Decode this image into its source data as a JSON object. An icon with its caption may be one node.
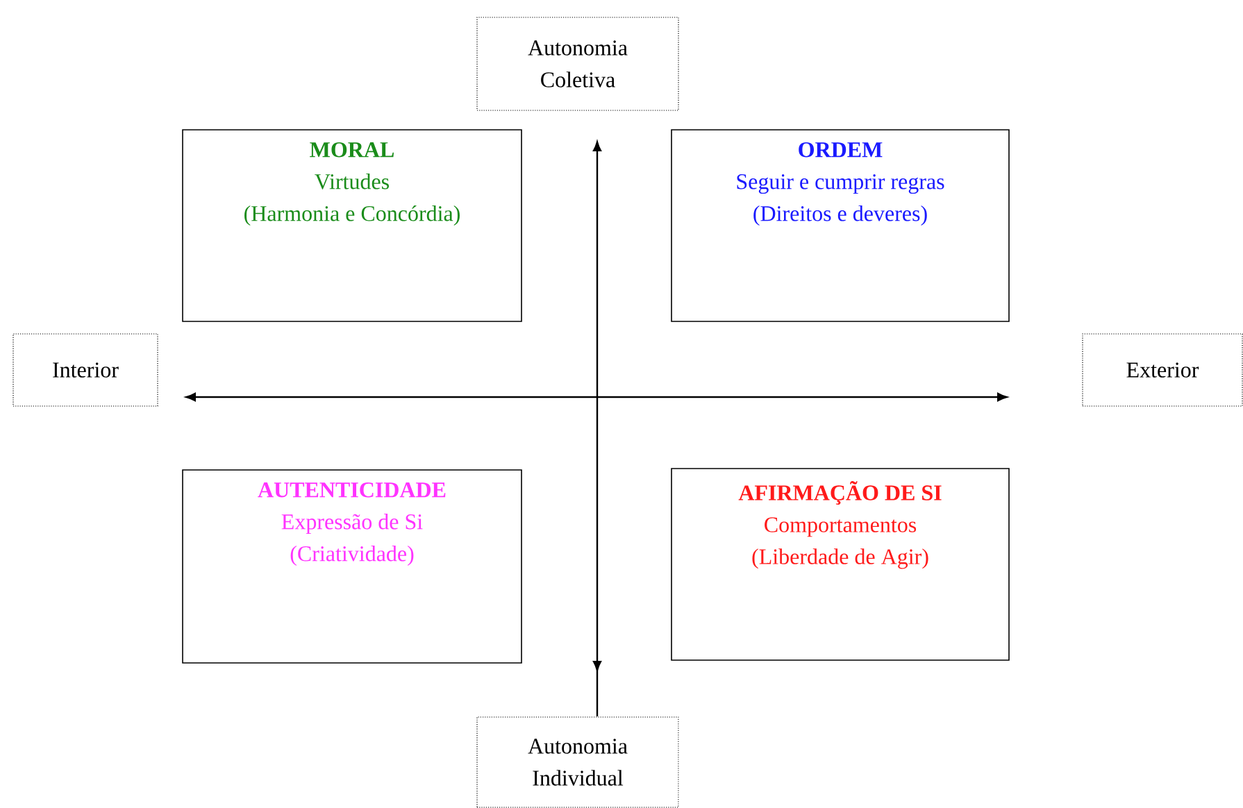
{
  "diagram": {
    "nodes": [
      {
        "text": [
          "Autonomia Coletiva"
        ]
      },
      {
        "text": [
          "MORAL",
          "Virtudes",
          "(Harmonia e Concórdia)"
        ]
      },
      {
        "text": [
          "ORDEM",
          "Seguir e cumprir regras",
          "(Direitos e deveres)"
        ]
      },
      {
        "text": [
          "Interior"
        ]
      },
      {
        "text": [
          "Exterior"
        ]
      },
      {
        "text": [
          "AUTENTICIDADE",
          "Expressão de Si",
          "(Criatividade)"
        ]
      },
      {
        "text": [
          "AFIRMAÇÃO DE SI",
          "Comportamentos",
          "(Liberdade de Agir)"
        ]
      },
      {
        "text": [
          "Autonomia Individual"
        ]
      }
    ]
  }
}
